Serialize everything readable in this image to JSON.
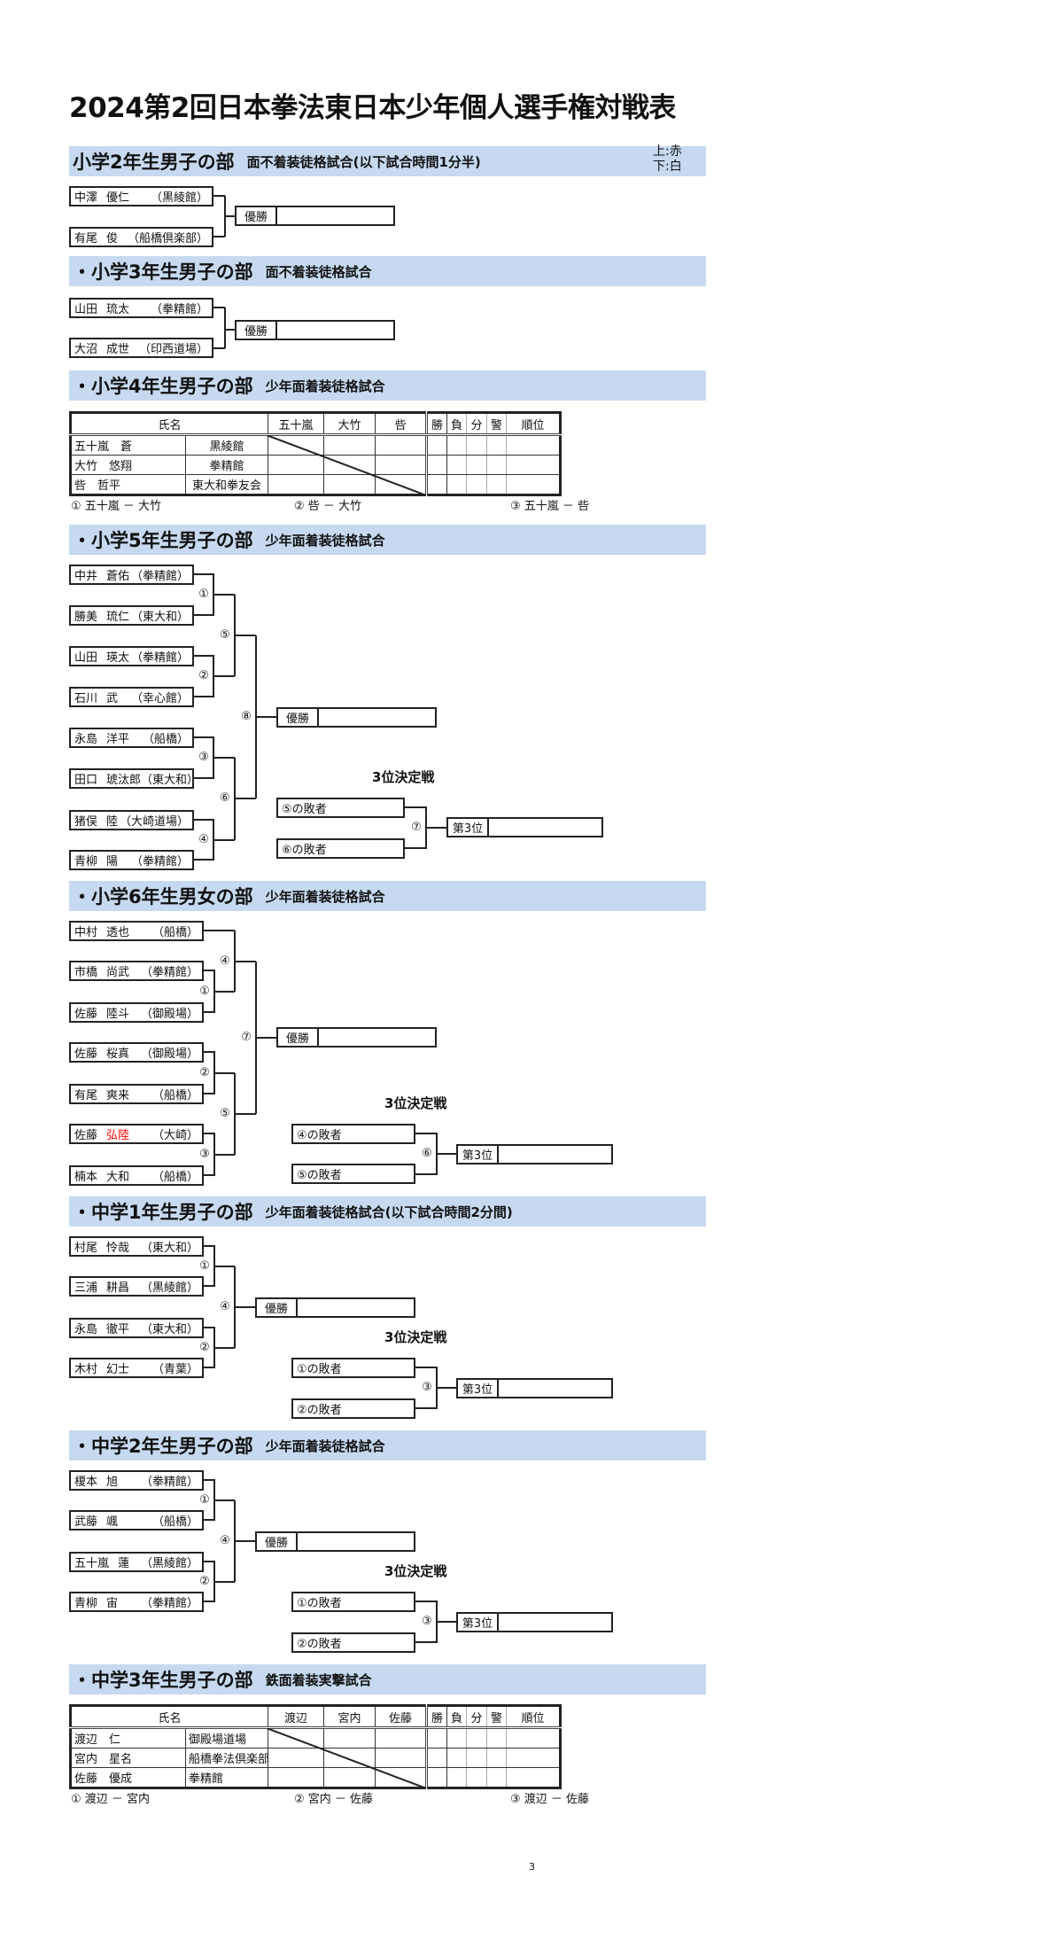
{
  "title": "2024第2回日本拳法東日本少年個人選手権対戦表",
  "page_number": "3",
  "color_legend": {
    "top": "上:赤",
    "bottom": "下:白"
  },
  "sections": [
    {
      "heading": "小学2年生男子の部",
      "subtitle": "面不着装徒格試合(以下試合時間1分半)",
      "entrants": [
        {
          "family": "中澤",
          "given": "優仁",
          "dojo": "（黒綾館）"
        },
        {
          "family": "有尾",
          "given": "俊",
          "dojo": "（船橋倶楽部）"
        }
      ],
      "winner_label": "優勝"
    },
    {
      "heading": "・小学3年生男子の部",
      "subtitle": "面不着装徒格試合",
      "entrants": [
        {
          "family": "山田",
          "given": "琉太",
          "dojo": "（拳精館）"
        },
        {
          "family": "大沼",
          "given": "成世",
          "dojo": "（印西道場）"
        }
      ],
      "winner_label": "優勝"
    },
    {
      "heading": "・小学4年生男子の部",
      "subtitle": "少年面着装徒格試合",
      "table": {
        "name_header": "氏名",
        "opponents": [
          "五十嵐",
          "大竹",
          "呰"
        ],
        "stats": [
          "勝",
          "負",
          "分",
          "警"
        ],
        "rank_header": "順位",
        "rows": [
          {
            "name": "五十嵐　蒼",
            "dojo": "黒綾館"
          },
          {
            "name": "大竹　悠翔",
            "dojo": "拳精館"
          },
          {
            "name": "呰　哲平",
            "dojo": "東大和拳友会"
          }
        ]
      },
      "matches": [
        "①  五十嵐  －  大竹",
        "②  呰  －  大竹",
        "③  五十嵐  －  呰"
      ]
    },
    {
      "heading": "・小学5年生男子の部",
      "subtitle": "少年面着装徒格試合",
      "entrants": [
        {
          "family": "中井",
          "given": "蒼佑",
          "dojo": "（拳精館）"
        },
        {
          "family": "勝美",
          "given": "琉仁",
          "dojo": "（東大和）"
        },
        {
          "family": "山田",
          "given": "瑛太",
          "dojo": "（拳精館）"
        },
        {
          "family": "石川",
          "given": "武",
          "dojo": "（幸心館）"
        },
        {
          "family": "永島",
          "given": "洋平",
          "dojo": "（船橋）"
        },
        {
          "family": "田口",
          "given": "琥汰郎",
          "dojo": "（東大和）"
        },
        {
          "family": "猪俣",
          "given": "陸",
          "dojo": "（大崎道場）"
        },
        {
          "family": "青柳",
          "given": "陽",
          "dojo": "（拳精館）"
        }
      ],
      "match_numbers": [
        "①",
        "②",
        "③",
        "④",
        "⑤",
        "⑥",
        "⑧"
      ],
      "winner_label": "優勝",
      "third_place": {
        "title": "3位決定戦",
        "losers": [
          "⑤の敗者",
          "⑥の敗者"
        ],
        "match": "⑦",
        "label": "第3位"
      }
    },
    {
      "heading": "・小学6年生男女の部",
      "subtitle": "少年面着装徒格試合",
      "entrants": [
        {
          "family": "中村",
          "given": "透也",
          "dojo": "（船橋）"
        },
        {
          "family": "市橋",
          "given": "尚武",
          "dojo": "（拳精館）"
        },
        {
          "family": "佐藤",
          "given": "陸斗",
          "dojo": "（御殿場）"
        },
        {
          "family": "佐藤",
          "given": "桜真",
          "dojo": "（御殿場）"
        },
        {
          "family": "有尾",
          "given": "爽来",
          "dojo": "（船橋）"
        },
        {
          "family": "佐藤",
          "given": "弘陸",
          "dojo": "（大崎）",
          "given_color": "#ff0000"
        },
        {
          "family": "楠本",
          "given": "大和",
          "dojo": "（船橋）"
        }
      ],
      "match_numbers": [
        "④",
        "①",
        "⑦",
        "②",
        "⑤",
        "③"
      ],
      "winner_label": "優勝",
      "third_place": {
        "title": "3位決定戦",
        "losers": [
          "④の敗者",
          "⑤の敗者"
        ],
        "match": "⑥",
        "label": "第3位"
      }
    },
    {
      "heading": "・中学1年生男子の部",
      "subtitle": "少年面着装徒格試合(以下試合時間2分間)",
      "entrants": [
        {
          "family": "村尾",
          "given": "怜哉",
          "dojo": "（東大和）"
        },
        {
          "family": "三浦",
          "given": "耕昌",
          "dojo": "（黒綾館）"
        },
        {
          "family": "永島",
          "given": "徹平",
          "dojo": "（東大和）"
        },
        {
          "family": "木村",
          "given": "幻士",
          "dojo": "（青葉）"
        }
      ],
      "match_numbers": [
        "①",
        "②",
        "④"
      ],
      "winner_label": "優勝",
      "third_place": {
        "title": "3位決定戦",
        "losers": [
          "①の敗者",
          "②の敗者"
        ],
        "match": "③",
        "label": "第3位"
      }
    },
    {
      "heading": "・中学2年生男子の部",
      "subtitle": "少年面着装徒格試合",
      "entrants": [
        {
          "family": "榎本",
          "given": "旭",
          "dojo": "（拳精館）"
        },
        {
          "family": "武藤",
          "given": "颯",
          "dojo": "（船橋）"
        },
        {
          "family": "五十嵐",
          "given": "蓮",
          "dojo": "（黒綾館）"
        },
        {
          "family": "青柳",
          "given": "宙",
          "dojo": "（拳精館）"
        }
      ],
      "match_numbers": [
        "①",
        "②",
        "④"
      ],
      "winner_label": "優勝",
      "third_place": {
        "title": "3位決定戦",
        "losers": [
          "①の敗者",
          "②の敗者"
        ],
        "match": "③",
        "label": "第3位"
      }
    },
    {
      "heading": "・中学3年生男子の部",
      "subtitle": "鉄面着装実撃試合",
      "table": {
        "name_header": "氏名",
        "opponents": [
          "渡辺",
          "宮内",
          "佐藤"
        ],
        "stats": [
          "勝",
          "負",
          "分",
          "警"
        ],
        "rank_header": "順位",
        "rows": [
          {
            "name": "渡辺　仁",
            "dojo": "御殿場道場"
          },
          {
            "name": "宮内　星名",
            "dojo": "船橋拳法倶楽部"
          },
          {
            "name": "佐藤　優成",
            "dojo": "拳精館"
          }
        ]
      },
      "matches": [
        "①  渡辺  －  宮内",
        "②  宮内  －  佐藤",
        "③  渡辺  －  佐藤"
      ]
    }
  ]
}
